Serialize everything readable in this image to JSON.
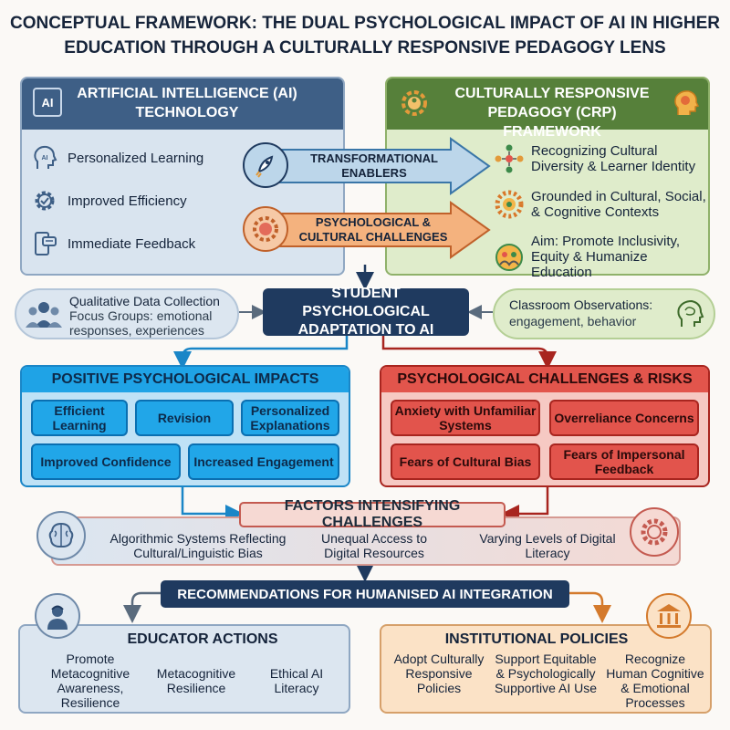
{
  "title": "CONCEPTUAL FRAMEWORK: THE DUAL PSYCHOLOGICAL IMPACT OF AI IN HIGHER EDUCATION THROUGH A CULTURALLY RESPONSIVE PEDAGOGY LENS",
  "ai_panel": {
    "title": "ARTIFICIAL INTELLIGENCE (AI) TECHNOLOGY",
    "badge": "AI",
    "items": [
      {
        "label": "Personalized Learning",
        "icon": "ai-head-icon"
      },
      {
        "label": "Improved Efficiency",
        "icon": "gear-check-icon"
      },
      {
        "label": "Immediate Feedback",
        "icon": "phone-chat-icon"
      }
    ]
  },
  "crp_panel": {
    "title": "CULTURALLY RESPONSIVE PEDAGOGY (CRP) FRAMEWORK",
    "items": [
      {
        "label": "Recognizing Cultural Diversity & Learner Identity",
        "icon": "people-network-icon"
      },
      {
        "label": "Grounded in Cultural, Social, & Cognitive Contexts",
        "icon": "sun-flower-icon"
      },
      {
        "label": "Aim: Promote Inclusivity, Equity & Humanize Education",
        "icon": "circle-people-icon"
      }
    ]
  },
  "arrows": {
    "enablers": "TRANSFORMATIONAL ENABLERS",
    "challenges": "PSYCHOLOGICAL & CULTURAL CHALLENGES"
  },
  "center": {
    "title": "STUDENT PSYCHOLOGICAL ADAPTATION TO AI"
  },
  "qualitative": {
    "title": "Qualitative Data Collection",
    "text": "Focus Groups: emotional responses, experiences"
  },
  "observations": {
    "title": "Classroom Observations:",
    "text": "engagement, behavior"
  },
  "positive": {
    "title": "POSITIVE PSYCHOLOGICAL IMPACTS",
    "items": [
      "Efficient Learning",
      "Revision",
      "Personalized Explanations",
      "Improved Confidence",
      "Increased Engagement"
    ]
  },
  "risks": {
    "title": "PSYCHOLOGICAL CHALLENGES & RISKS",
    "items": [
      "Anxiety with Unfamiliar Systems",
      "Overreliance Concerns",
      "Fears of Cultural Bias",
      "Fears of Impersonal Feedback"
    ]
  },
  "factors": {
    "title": "FACTORS INTENSIFYING CHALLENGES",
    "items": [
      "Algorithmic Systems Reflecting Cultural/Linguistic Bias",
      "Unequal Access to Digital Resources",
      "Varying Levels of Digital Literacy"
    ]
  },
  "recommendations": {
    "title": "RECOMMENDATIONS FOR HUMANISED AI INTEGRATION"
  },
  "educator": {
    "title": "EDUCATOR ACTIONS",
    "items": [
      "Promote Metacognitive Awareness, Resilience",
      "Metacognitive Resilience",
      "Ethical AI Literacy"
    ]
  },
  "institution": {
    "title": "INSTITUTIONAL POLICIES",
    "items": [
      "Adopt Culturally Responsive Policies",
      "Support Equitable & Psychologically Supportive AI Use",
      "Recognize Human Cognitive & Emotional Processes"
    ]
  },
  "colors": {
    "navy": "#1f3a5f",
    "ai_panel": "#d9e4ef",
    "crp_panel": "#dfeccb",
    "crp_header": "#56803a",
    "positive": "#1fa3e6",
    "risk": "#e2554c",
    "orange": "#d47a2c"
  }
}
